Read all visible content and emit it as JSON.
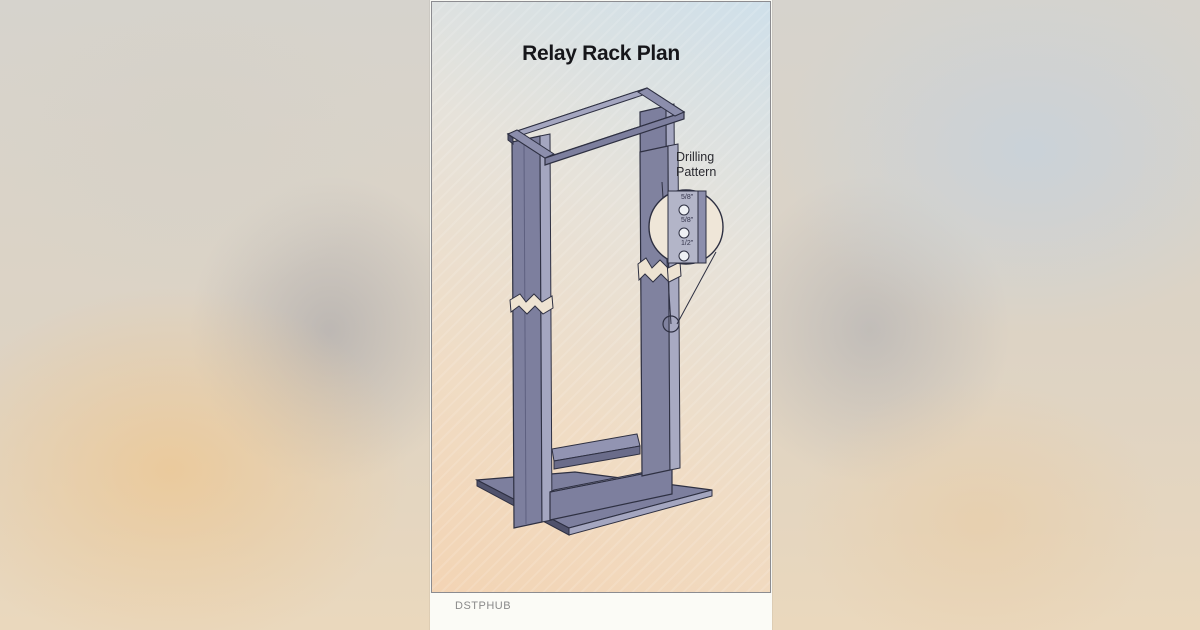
{
  "diagram": {
    "title": "Relay Rack Plan",
    "callout": {
      "line1": "Drilling",
      "line2": "Pattern",
      "hole_labels": [
        "5/8\"",
        "5/8\"",
        "1/2\""
      ]
    }
  },
  "footer": {
    "brand": "DSTPHUB"
  },
  "colors": {
    "steel_face": "#7d7f9e",
    "steel_light": "#a4a6c0",
    "steel_dark": "#50526c",
    "outline": "#2e3042"
  }
}
